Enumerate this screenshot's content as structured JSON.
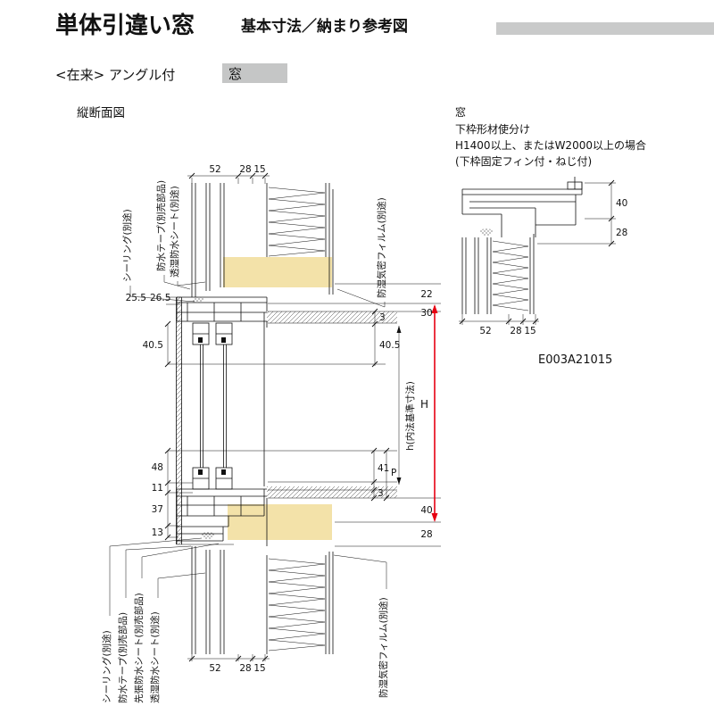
{
  "header": {
    "title": "単体引違い窓",
    "subtitle": "基本寸法／納まり参考図"
  },
  "subheader": {
    "series": "<在来> アングル付",
    "highlight": "窓"
  },
  "drawing": {
    "section_label": "縦断面図"
  },
  "sidenote": {
    "window_label": "窓",
    "line1": "下枠形材使分け",
    "line2": "H1400以上、またはW2000以上の場合",
    "line3": "(下枠固定フィン付・ねじ付)",
    "code": "E003A21015"
  },
  "callouts": {
    "sealing": "シーリング(別途)",
    "water_tape": "防水テープ(別売部品)",
    "breathable_sheet": "透湿防水シート(別途)",
    "pre_applied_sheet": "先張防水シート(別売部品)",
    "vapor_film": "防湿気密フィルム(別途)"
  },
  "dims": {
    "w52": "52",
    "w28": "28",
    "w15": "15",
    "v25_5": "25.5",
    "v26_5": "26.5",
    "v40_5": "40.5",
    "v48": "48",
    "v11": "11",
    "v37": "37",
    "v13": "13",
    "v3": "3",
    "v41": "41",
    "vP": "P",
    "v22": "22",
    "v30": "30",
    "vH": "H",
    "v40": "40",
    "v28b": "28",
    "h_inner": "h(内法基準寸法)"
  },
  "colors": {
    "accent_red": "#e60012",
    "wood_tan": "#f3e2a9",
    "band_gray": "#c9caca",
    "highlight_gray": "#c5c6c6"
  }
}
